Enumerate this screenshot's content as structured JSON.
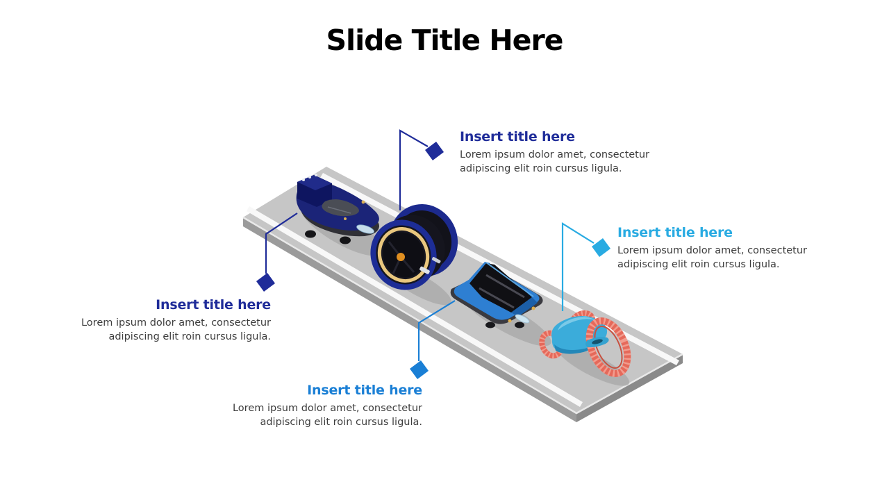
{
  "slide": {
    "title": "Slide Title Here",
    "background": "#FFFFFF",
    "title_color": "#000000"
  },
  "callouts": [
    {
      "position": "top",
      "title": "Insert title here",
      "body_line1": "Lorem ipsum dolor amet, consectetur",
      "body_line2": "adipiscing elit roin cursus ligula.",
      "color": "#1F2C99"
    },
    {
      "position": "right",
      "title": "Insert title here",
      "body_line1": "Lorem ipsum dolor amet, consectetur",
      "body_line2": "adipiscing elit roin cursus ligula.",
      "color": "#29ABE2"
    },
    {
      "position": "left",
      "title": "Insert title here",
      "body_line1": "Lorem ipsum dolor amet, consectetur",
      "body_line2": "adipiscing elit roin cursus ligula.",
      "color": "#1F2C99"
    },
    {
      "position": "bottom",
      "title": "Insert title here",
      "body_line1": "Lorem ipsum dolor amet, consectetur",
      "body_line2": "adipiscing elit roin cursus ligula.",
      "color": "#1A7FD5"
    }
  ],
  "illustration": {
    "road_color": "#C6C6C6",
    "road_stripe_color": "#F8F8F8",
    "road_bevel_color": "#E9E9E9",
    "road_side_color": "#9B9B9B",
    "road_side_dark_color": "#8A8A8A",
    "shadow_color": "#A9A9A9",
    "vehicles": [
      {
        "name": "futuristic-pod-car",
        "body_color": "#1B2478"
      },
      {
        "name": "monowheel-vehicle",
        "body_color": "#1D2D96",
        "ring_color": "#E9C77E",
        "hub_color": "#DF8E20"
      },
      {
        "name": "wedge-concept-car",
        "body_color": "#2E7FD2"
      },
      {
        "name": "future-trike",
        "body_color": "#3BACDA",
        "wheel_color": "#E5695A"
      }
    ]
  }
}
